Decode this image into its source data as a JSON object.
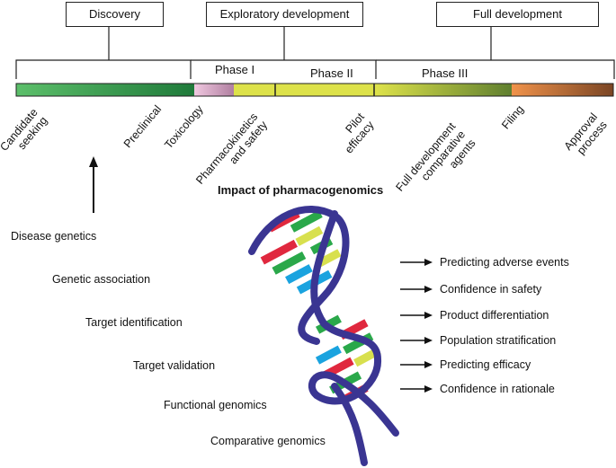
{
  "stages": {
    "discovery": "Discovery",
    "exploratory": "Exploratory development",
    "full": "Full development"
  },
  "phases": {
    "phase1": "Phase I",
    "phase2": "Phase II",
    "phase3": "Phase III"
  },
  "bar_labels": {
    "candidate_line1": "Candidate",
    "candidate_line2": "seeking",
    "preclinical": "Preclinical",
    "toxicology": "Toxicology",
    "pk_line1": "Pharmacokinetics",
    "pk_line2": "and safety",
    "pilot_line1": "Pilot",
    "pilot_line2": "efficacy",
    "fd_line1": "Full development",
    "fd_line2": "comparative",
    "fd_line3": "agents",
    "filing": "Filing",
    "approval_line1": "Approval",
    "approval_line2": "process"
  },
  "impact_title": "Impact of pharmacogenomics",
  "left_items": [
    "Disease genetics",
    "Genetic association",
    "Target identification",
    "Target validation",
    "Functional genomics",
    "Comparative genomics"
  ],
  "right_items": [
    "Predicting adverse events",
    "Confidence in safety",
    "Product differentiation",
    "Population stratification",
    "Predicting efficacy",
    "Confidence in rationale"
  ],
  "colors": {
    "discovery_start": "#5cbf6a",
    "discovery_end": "#1f7a3a",
    "phase1_start": "#f0c8e0",
    "phase1_end": "#b07fa0",
    "phase2": "#dde24a",
    "phase3_end": "#5f7f2f",
    "filing_start": "#f0924a",
    "filing_end": "#7a4524",
    "helix": "#3a3592",
    "rung_red": "#e0283e",
    "rung_green": "#2aa84a",
    "rung_blue": "#1aa3df",
    "rung_yellow": "#d8e04e"
  }
}
